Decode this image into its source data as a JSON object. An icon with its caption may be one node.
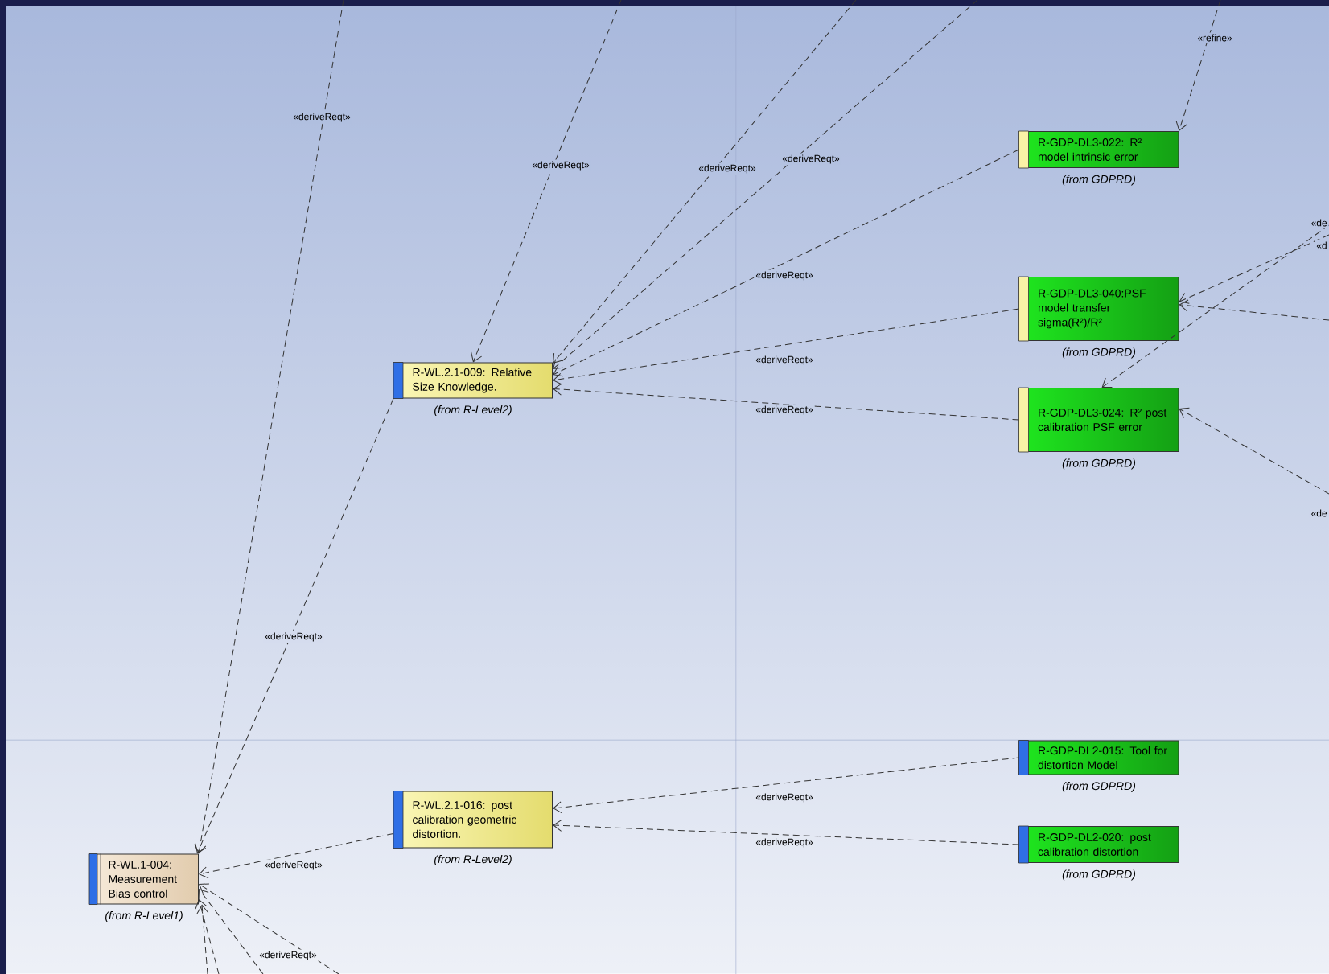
{
  "diagram": {
    "nodes": [
      {
        "text": [
          "R-WL.2.1-009: Relative Size Knowledge."
        ],
        "beside": [
          "(from R-Level2)"
        ]
      },
      {
        "text": [
          "R-WL.2.1-016: post calibration geometric distortion."
        ],
        "beside": [
          "(from R-Level2)"
        ]
      },
      {
        "text": [
          "R-WL.1-004: Measurement Bias control"
        ],
        "beside": [
          "(from R-Level1)"
        ]
      },
      {
        "text": [
          "R-GDP-DL3-022: R² model intrinsic error"
        ],
        "beside": [
          "(from GDPRD)"
        ]
      },
      {
        "text": [
          "R-GDP-DL3-040:PSF model transfer sigma(R²)/R²"
        ],
        "beside": [
          "(from GDPRD)"
        ]
      },
      {
        "text": [
          "R-GDP-DL3-024: R² post calibration PSF error"
        ],
        "beside": [
          "(from GDPRD)"
        ]
      },
      {
        "text": [
          "R-GDP-DL2-015: Tool for distortion Model"
        ],
        "beside": [
          "(from GDPRD)"
        ]
      },
      {
        "text": [
          "R-GDP-DL2-020: post calibration distortion"
        ],
        "beside": [
          "(from GDPRD)"
        ]
      }
    ],
    "edges": [
      {
        "from": null,
        "to": 2,
        "arrow": "to",
        "label": "«deriveReqt»"
      },
      {
        "from": 0,
        "to": 2,
        "arrow": "to",
        "label": "«deriveReqt»"
      },
      {
        "from": null,
        "to": 0,
        "arrow": "to",
        "label": "«deriveReqt»"
      },
      {
        "from": null,
        "to": 0,
        "arrow": "to",
        "label": "«deriveReqt»"
      },
      {
        "from": null,
        "to": 0,
        "arrow": "to",
        "label": "«deriveReqt»"
      },
      {
        "from": 3,
        "to": 0,
        "arrow": "to",
        "label": "«deriveReqt»"
      },
      {
        "from": 4,
        "to": 0,
        "arrow": "to",
        "label": "«deriveReqt»"
      },
      {
        "from": 5,
        "to": 0,
        "arrow": "to",
        "label": "«deriveReqt»"
      },
      {
        "from": null,
        "to": 3,
        "arrow": "to",
        "label": "«refine»"
      },
      {
        "from": null,
        "to": 4,
        "arrow": "to",
        "label": "«d"
      },
      {
        "from": null,
        "to": 5,
        "arrow": "to",
        "label": "«de"
      },
      {
        "from": null,
        "to": 4,
        "arrow": "to"
      },
      {
        "from": null,
        "to": 5,
        "arrow": "to",
        "label": "«de"
      },
      {
        "from": 6,
        "to": 1,
        "arrow": "to",
        "label": "«deriveReqt»"
      },
      {
        "from": 7,
        "to": 1,
        "arrow": "to",
        "label": "«deriveReqt»"
      },
      {
        "from": 1,
        "to": 2,
        "arrow": "to",
        "label": "«deriveReqt»"
      },
      {
        "from": null,
        "to": 2,
        "arrow": "to"
      },
      {
        "from": null,
        "to": 2,
        "arrow": "to"
      },
      {
        "from": null,
        "to": 2,
        "arrow": "to"
      },
      {
        "from": null,
        "to": 2,
        "arrow": "to",
        "label": "«deriveReqt»"
      }
    ]
  }
}
